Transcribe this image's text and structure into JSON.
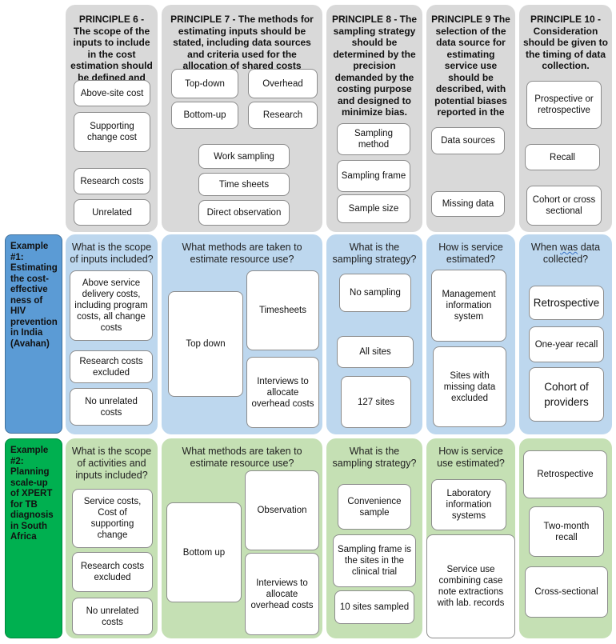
{
  "principles": [
    {
      "heading": "PRINCIPLE 6 - The scope of the inputs to include in the cost estimation should be defined and justified",
      "items": [
        "Above-site cost",
        "Supporting change cost",
        "Research costs",
        "Unrelated"
      ]
    },
    {
      "heading": "PRINCIPLE 7 - The methods for estimating inputs should be stated, including data sources and criteria used for the allocation of shared costs",
      "items": [
        "Top-down",
        "Overhead",
        "Bottom-up",
        "Research",
        "Work sampling",
        "Time sheets",
        "Direct observation"
      ]
    },
    {
      "heading": "PRINCIPLE 8 - The sampling strategy should be determined by the precision demanded by the costing purpose and designed to minimize bias.",
      "items": [
        "Sampling method",
        "Sampling frame",
        "Sample size"
      ]
    },
    {
      "heading": "PRINCIPLE 9 The selection of the data source for estimating service use should be described, with potential biases reported in the study limitations",
      "items": [
        "Data sources",
        "Missing data"
      ]
    },
    {
      "heading": "PRINCIPLE 10 - Consideration should be given to the timing of data collection.",
      "items": [
        "Prospective or retrospective",
        "Recall",
        "Cohort or cross sectional"
      ]
    }
  ],
  "example1": {
    "label": "Example #1: Estimating the cost-effective ness of HIV prevention in India (Avahan)",
    "questions": {
      "p6": "What is the scope of inputs included?",
      "p7": "What methods are taken to estimate resource use?",
      "p8": "What is the sampling strategy?",
      "p9": "How is service estimated?",
      "p10_a": "When ",
      "p10_b": "was",
      "p10_c": " data collected?"
    },
    "p6": [
      "Above service delivery costs, including program costs, all change costs",
      "Research costs excluded",
      "No unrelated costs"
    ],
    "p7": [
      "Top down",
      "Timesheets",
      "Interviews to allocate overhead costs"
    ],
    "p8": [
      "No sampling",
      "All sites",
      "127 sites"
    ],
    "p9": [
      "Management information system",
      "Sites with missing data excluded"
    ],
    "p10": [
      "Retrospective",
      "One-year recall",
      "Cohort of providers"
    ]
  },
  "example2": {
    "label": "Example #2: Planning scale-up of XPERT for TB diagnosis in South Africa",
    "questions": {
      "p6": "What is the scope of activities and inputs included?",
      "p7": "What methods are taken to estimate resource use?",
      "p8": "What is the sampling strategy?",
      "p9": "How is service use estimated?"
    },
    "p6": [
      "Service costs, Cost of supporting change",
      "Research costs excluded",
      "No unrelated costs"
    ],
    "p7": [
      "Bottom up",
      "Observation",
      "Interviews to allocate overhead costs"
    ],
    "p8": [
      "Convenience sample",
      "Sampling frame is the sites in the clinical trial",
      "10 sites sampled"
    ],
    "p9": [
      "Laboratory information systems",
      "Service use combining case note extractions with lab. records"
    ],
    "p10": [
      "Retrospective",
      "Two-month recall",
      "Cross-sectional"
    ]
  }
}
